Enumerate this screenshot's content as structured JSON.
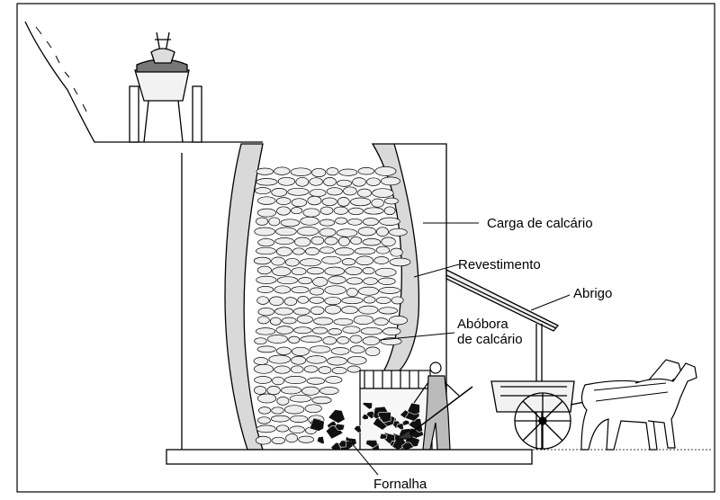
{
  "labels": {
    "charge": "Carga de calcário",
    "lining": "Revestimento",
    "shelter": "Abrigo",
    "vault_line1": "Abóbora",
    "vault_line2": "de calcário",
    "furnace": "Fornalha"
  },
  "colors": {
    "line": "#000000",
    "lining_fill": "#d9d9d9",
    "stone_fill": "#eeeeee",
    "coal_fill": "#111111",
    "background": "#ffffff"
  }
}
